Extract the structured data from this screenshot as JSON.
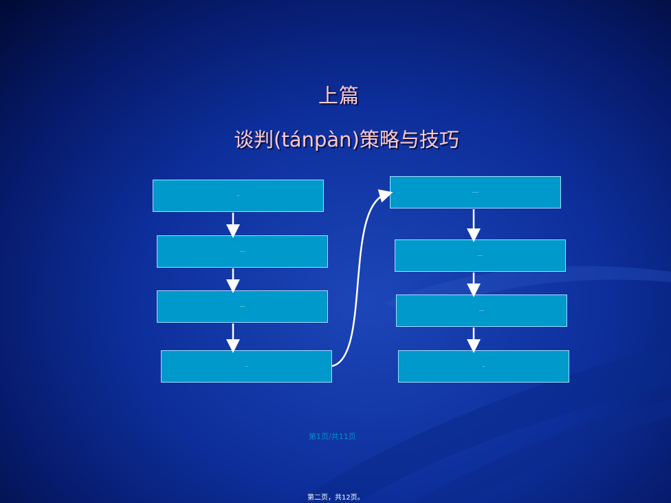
{
  "slide": {
    "title": "上篇",
    "subtitle": "谈判(tánpàn)策略与技巧",
    "page_ref": "第1页/共11页",
    "footer": "第二页，共12页。"
  },
  "flow_left": [
    {
      "label": "—"
    },
    {
      "label": "——"
    },
    {
      "label": "——"
    },
    {
      "label": "—"
    }
  ],
  "flow_right": [
    {
      "label": "—·—"
    },
    {
      "label": "——"
    },
    {
      "label": "——"
    },
    {
      "label": "—"
    }
  ],
  "colors": {
    "box_fill": "#0099cc",
    "title": "#ffc9c9",
    "background": "#0d2f9c"
  }
}
